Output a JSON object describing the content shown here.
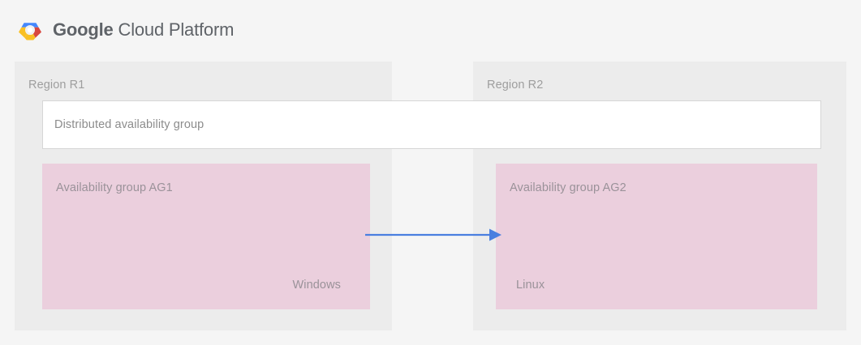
{
  "header": {
    "brand_word_1": "Google",
    "brand_word_2": "Cloud Platform",
    "logo_icon": "google-cloud-platform-logo-icon",
    "logo_colors": {
      "blue": "#4387fd",
      "red": "#d8473f",
      "yellow": "#f9c024",
      "center": "#f1f1f1"
    }
  },
  "diagram": {
    "regions": [
      {
        "id": "r1",
        "label": "Region R1"
      },
      {
        "id": "r2",
        "label": "Region R2"
      }
    ],
    "distributed_group": {
      "label": "Distributed availability group",
      "background": "#ffffff",
      "border_color": "#d6d6d6"
    },
    "availability_groups": [
      {
        "id": "ag1",
        "title": "Availability group AG1",
        "os": "Windows",
        "region": "Region R1",
        "background": "#ebcfdd"
      },
      {
        "id": "ag2",
        "title": "Availability group AG2",
        "os": "Linux",
        "region": "Region R2",
        "background": "#ebcfdd"
      }
    ],
    "connector": {
      "icon": "right-arrow-icon",
      "from": "ag1",
      "to": "ag2",
      "color": "#4a7fe0",
      "direction": "left-to-right"
    },
    "colors": {
      "page_background": "#f5f5f5",
      "region_background": "#ececec",
      "label_text": "#9e9e9e",
      "box_text": "#9a9299"
    }
  }
}
